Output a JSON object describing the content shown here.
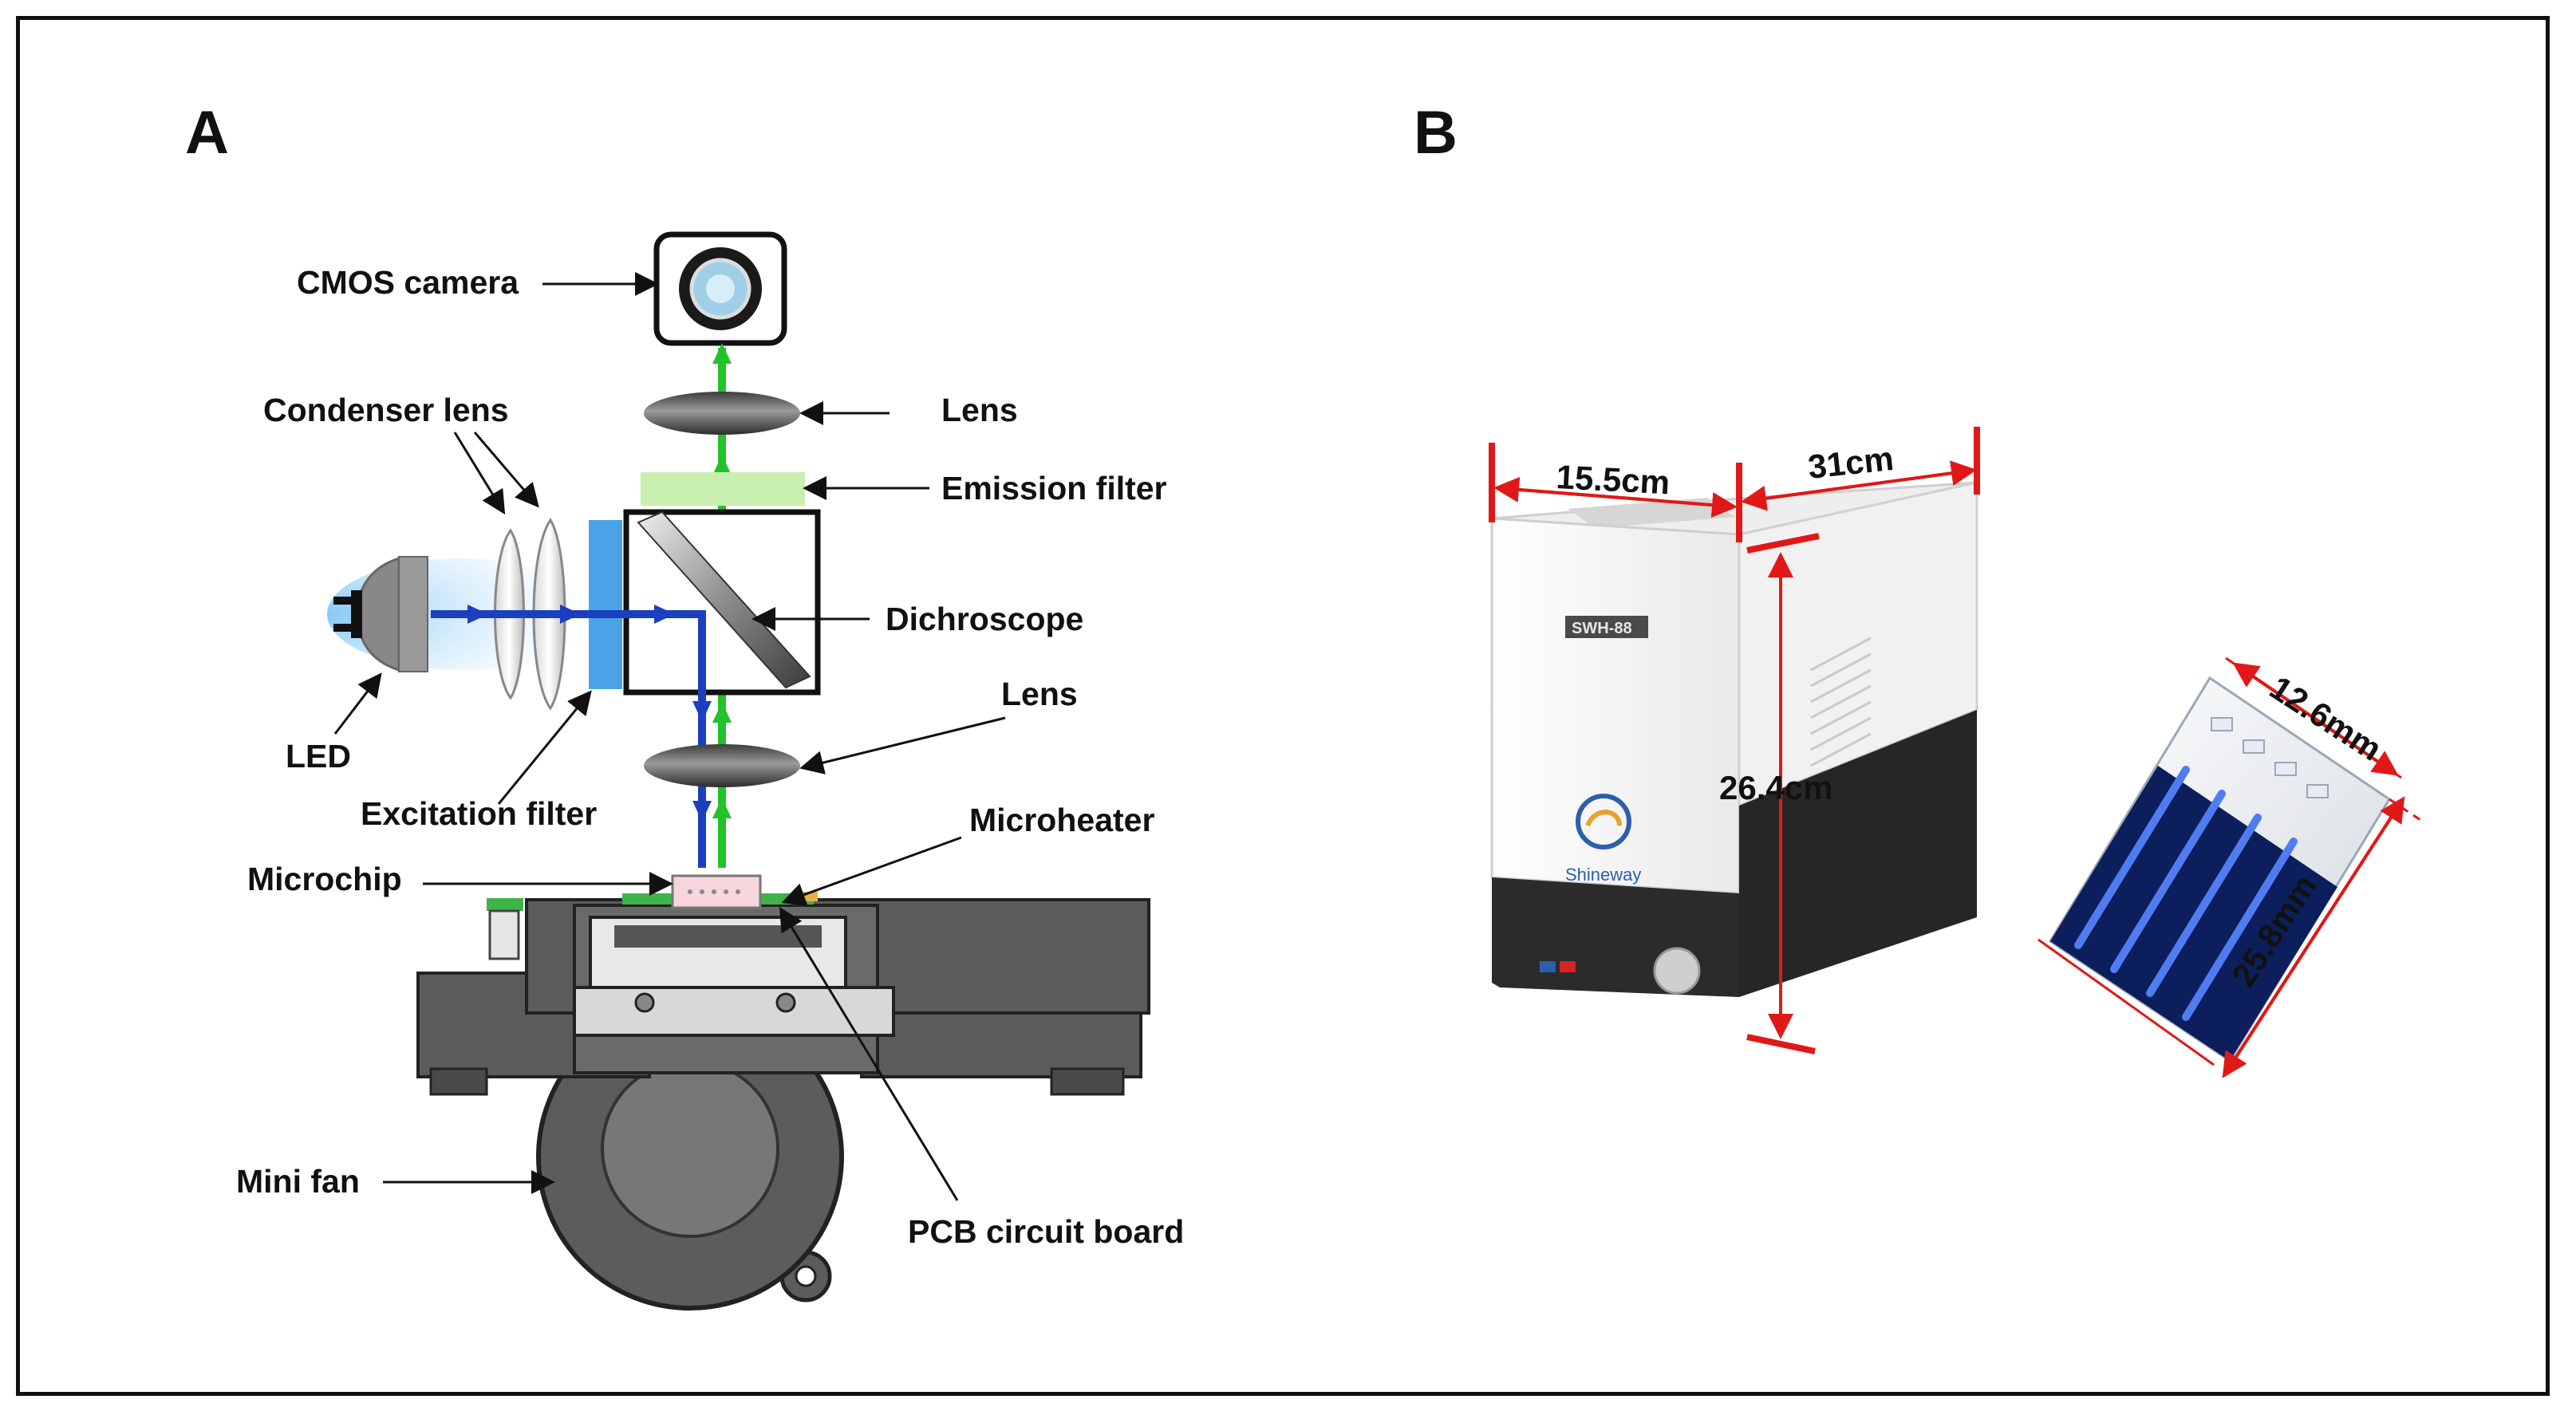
{
  "panel_a": {
    "letter": "A",
    "labels": {
      "cmos_camera": "CMOS camera",
      "condenser_lens": "Condenser lens",
      "lens_top": "Lens",
      "emission_filter": "Emission filter",
      "dichroscope": "Dichroscope",
      "lens_bottom": "Lens",
      "led": "LED",
      "excitation_filter": "Excitation filter",
      "microheater": "Microheater",
      "microchip": "Microchip",
      "mini_fan": "Mini fan",
      "pcb_circuit_board": "PCB circuit board"
    }
  },
  "panel_b": {
    "letter": "B",
    "device_badge": "SWH-88",
    "brand_name": "Shineway",
    "dimensions": {
      "width": "15.5cm",
      "depth": "31cm",
      "height": "26.4cm"
    },
    "chip_dimensions": {
      "width": "12.6mm",
      "length": "25.8mm"
    }
  },
  "colors": {
    "excitation_light": "#1a3fbf",
    "emission_light": "#22c22a",
    "dimension_marker": "#e01818",
    "emission_filter": "#c9efb0",
    "excitation_filter": "#4aa3e6",
    "housing_gray": "#5c5c5c",
    "device_body": "#f7f7f7",
    "device_base": "#2b2b2b"
  }
}
